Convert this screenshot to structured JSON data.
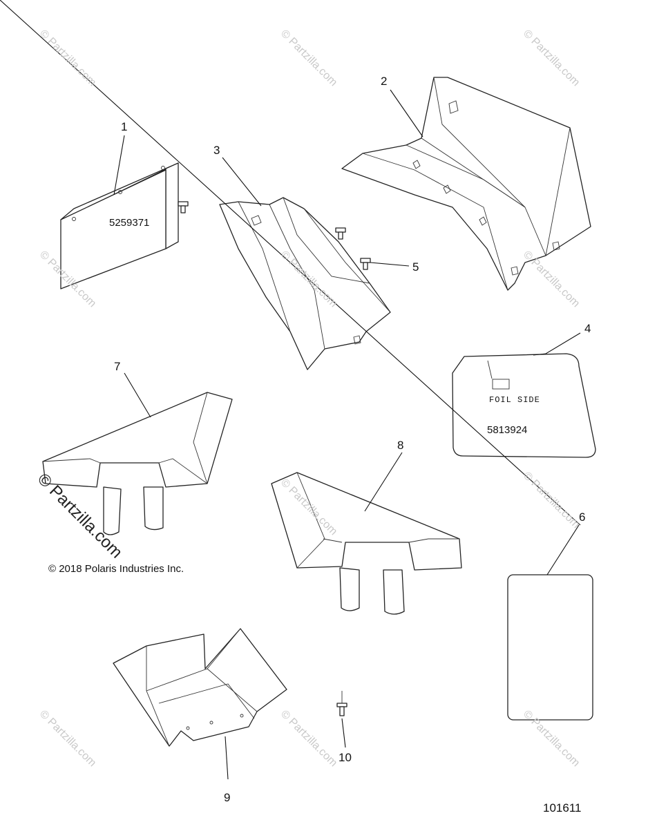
{
  "watermark": "© Partzilla.com",
  "copyright": "© 2018 Polaris Industries Inc.",
  "diagram_id": "101611",
  "callouts": [
    "1",
    "2",
    "3",
    "4",
    "5",
    "6",
    "7",
    "8",
    "9",
    "10"
  ],
  "part_labels": {
    "part1_number": "5259371",
    "part4_text": "FOIL SIDE",
    "part4_number": "5813924"
  }
}
